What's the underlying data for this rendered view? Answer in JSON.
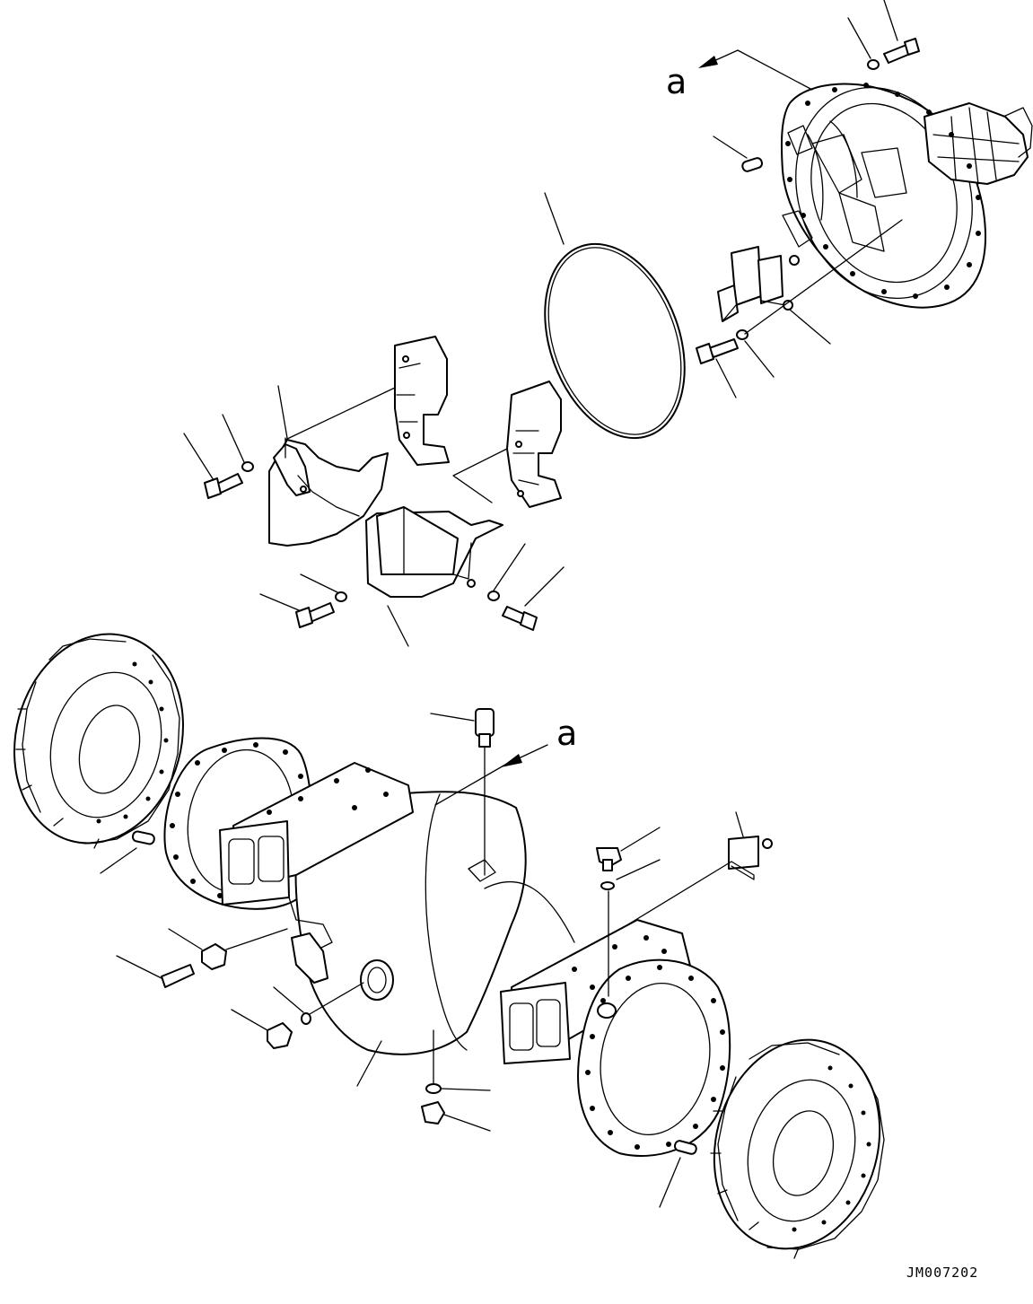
{
  "view_labels": {
    "upper": "a",
    "lower": "a"
  },
  "drawing_code": "JM007202"
}
